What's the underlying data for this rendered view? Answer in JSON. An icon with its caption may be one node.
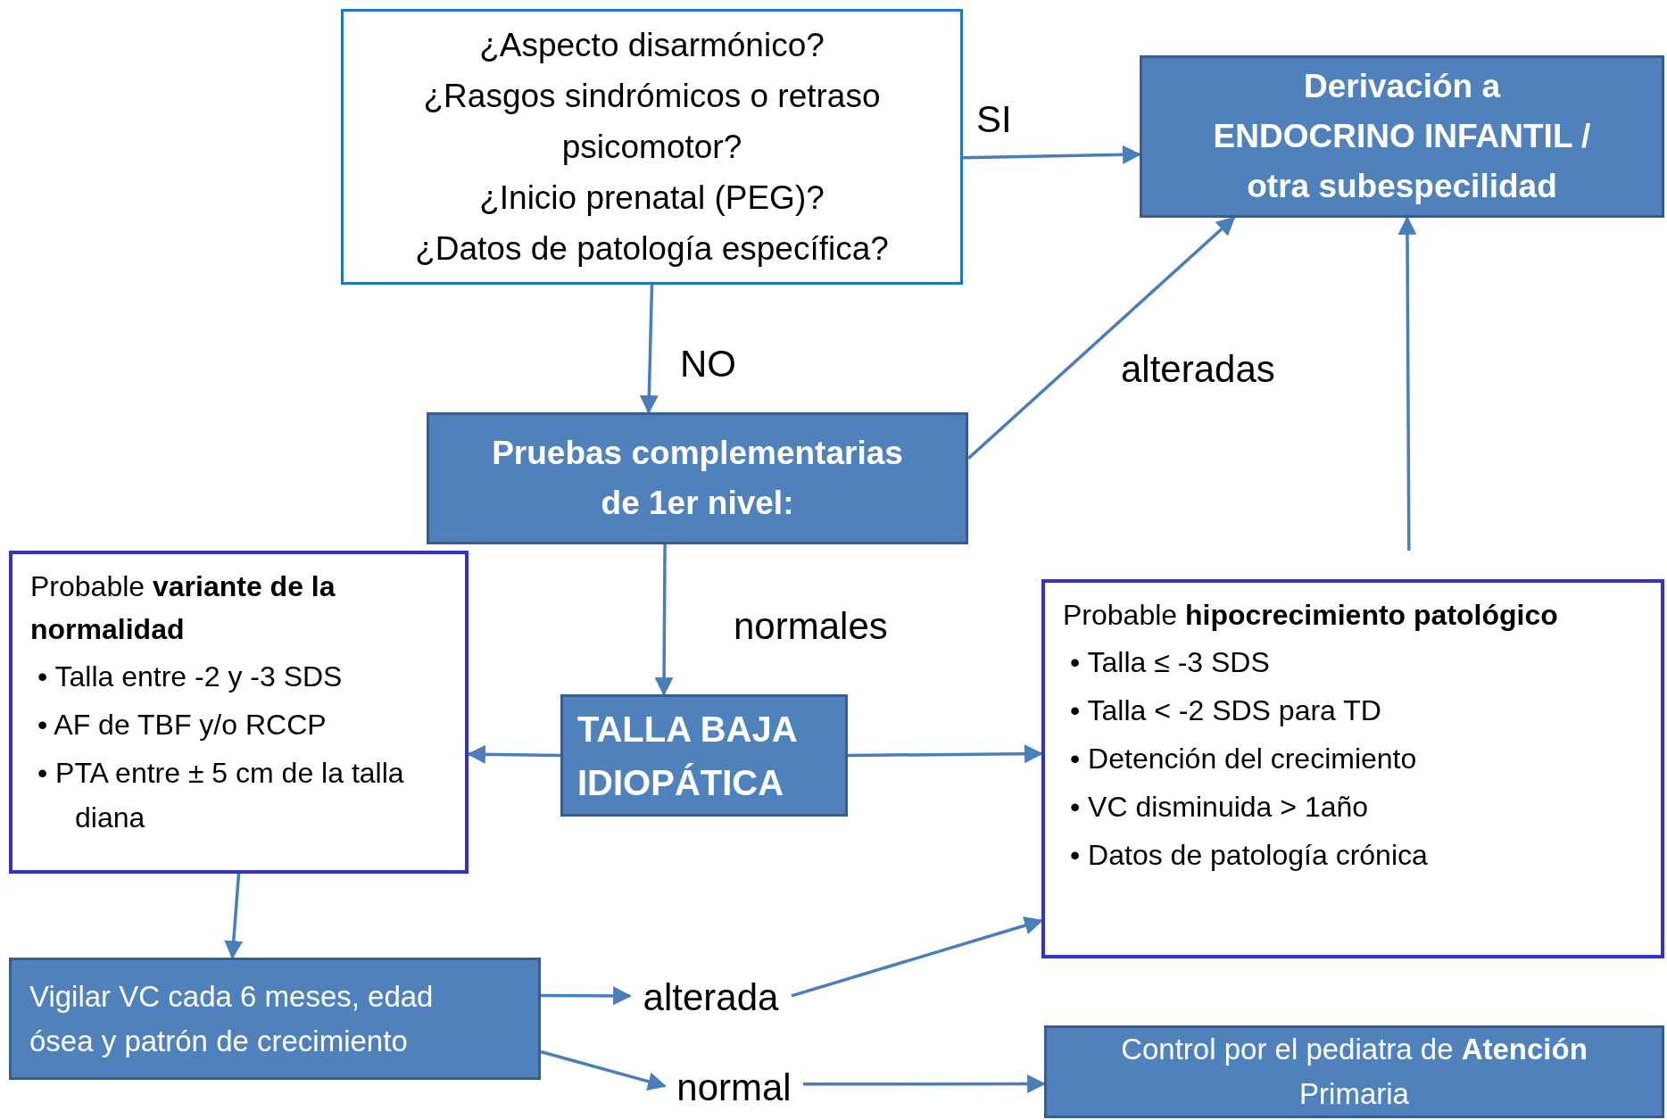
{
  "diagram": {
    "nodes": [
      {
        "text": [
          "¿Aspecto disarmónico?",
          "¿Rasgos sindrómicos o retraso psicomotor?",
          "¿Inicio prenatal (PEG)?",
          "¿Datos de patología específica?"
        ]
      },
      {
        "text": [
          "Derivación a ENDOCRINO INFANTIL / otra subespecilidad"
        ]
      },
      {
        "text": [
          "Pruebas complementarias de 1er nivel:"
        ]
      },
      {
        "text": [
          "TALLA BAJA IDIOPÁTICA"
        ]
      },
      {
        "text": [
          "Probable **variante de la normalidad**",
          "• Talla entre -2 y -3 SDS",
          "• AF de TBF y/o RCCP",
          "• PTA entre ± 5 cm de la talla diana"
        ]
      },
      {
        "text": [
          "Probable **hipocrecimiento patológico**",
          "• Talla ≤ -3 SDS",
          "• Talla < -2 SDS para TD",
          "• Detención del crecimiento",
          "• VC disminuida > 1año",
          "• Datos de patología crónica"
        ]
      },
      {
        "text": [
          "Vigilar VC cada 6 meses, edad ósea y patrón de crecimiento"
        ]
      },
      {
        "text": [
          "Control por el pediatra de **Atención** Primaria"
        ]
      },
      {
        "text": [
          "alterada"
        ]
      },
      {
        "text": [
          "normal"
        ]
      }
    ],
    "edges": [
      {
        "from": 0,
        "to": 1,
        "arrow": "to",
        "label": "SI"
      },
      {
        "from": 0,
        "to": 2,
        "arrow": "to",
        "label": "NO"
      },
      {
        "from": 2,
        "to": 1,
        "arrow": "to",
        "label": "alteradas"
      },
      {
        "from": 2,
        "to": 3,
        "arrow": "to",
        "label": "normales"
      },
      {
        "from": 3,
        "to": 4,
        "arrow": "to"
      },
      {
        "from": 3,
        "to": 5,
        "arrow": "to"
      },
      {
        "from": 5,
        "to": 1,
        "arrow": "to"
      },
      {
        "from": 4,
        "to": 6,
        "arrow": "to"
      },
      {
        "from": 6,
        "to": 8,
        "arrow": "to"
      },
      {
        "from": 8,
        "to": 5,
        "arrow": "to"
      },
      {
        "from": 6,
        "to": 9,
        "arrow": "to"
      },
      {
        "from": 9,
        "to": 7,
        "arrow": "to"
      }
    ]
  }
}
